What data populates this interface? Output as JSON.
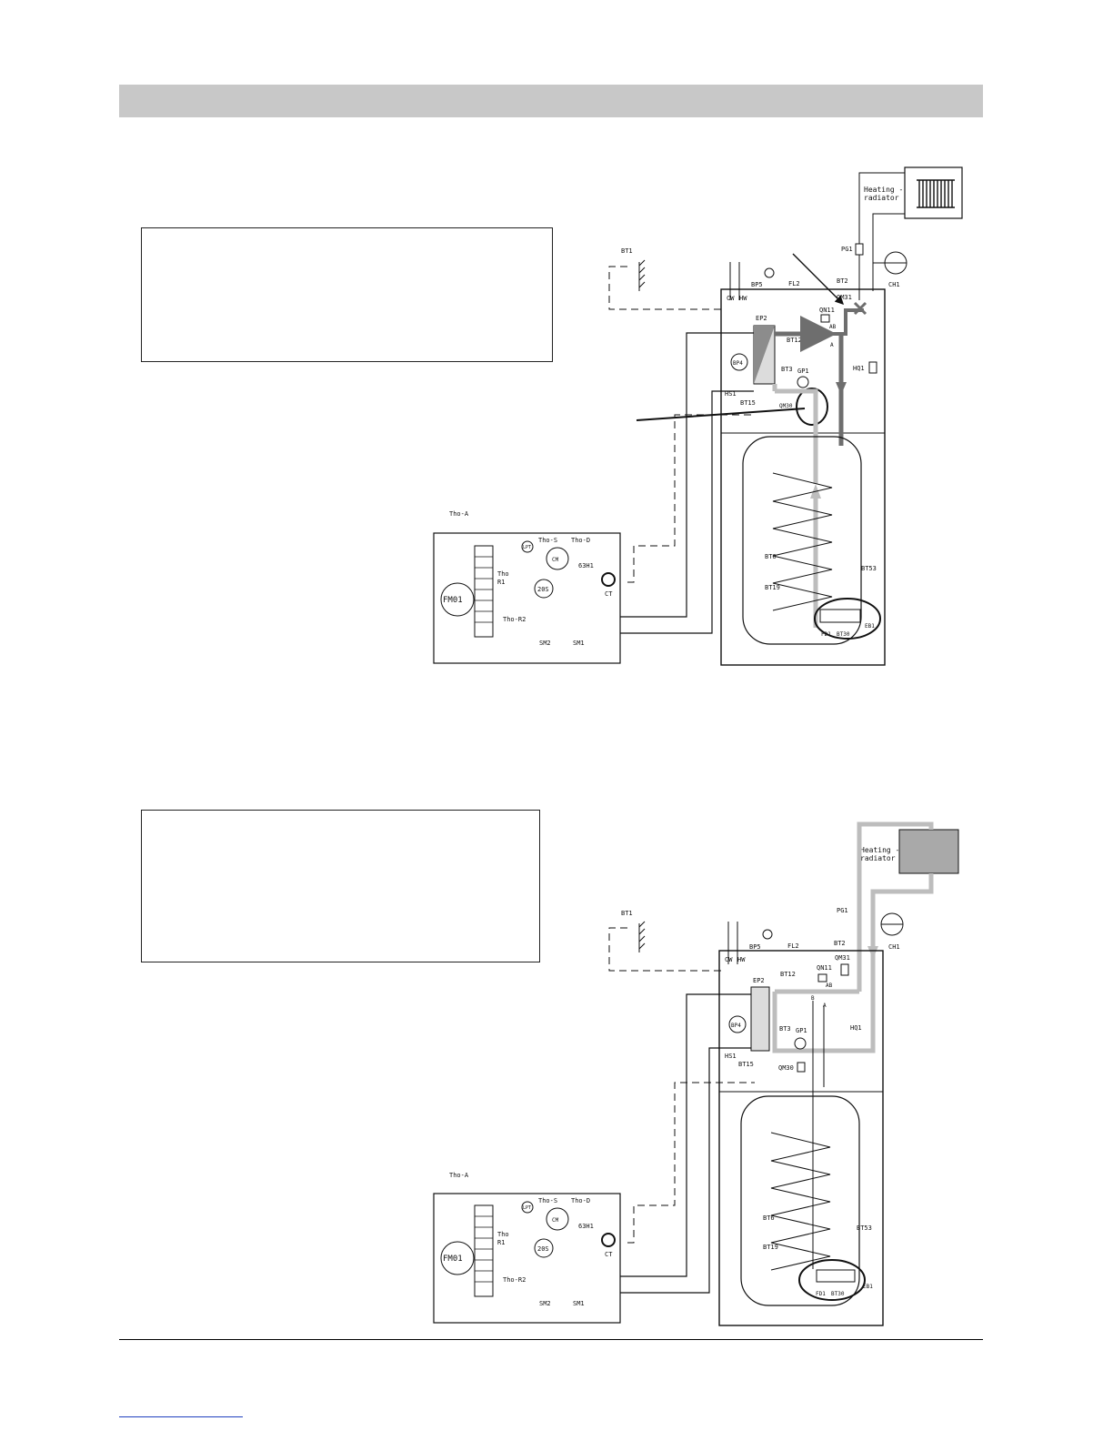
{
  "colors": {
    "header_bar": "#c8c8c8",
    "pipe_dark": "#6e6e6e",
    "pipe_light": "#bdbdbd",
    "line": "#1a1a1a",
    "link_underline": "#1f3fbf"
  },
  "diagram_top": {
    "labels": {
      "heating_radiator_1": "Heating -",
      "heating_radiator_2": "radiator",
      "bt1": "BT1",
      "pg1": "PG1",
      "ch1": "CH1",
      "bt2": "BT2",
      "qm31": "QM31",
      "bp5": "BP5",
      "fl2": "FL2",
      "cw": "CW",
      "hw": "HW",
      "ep2": "EP2",
      "qn11": "QN11",
      "bt12": "BT12",
      "ab": "AB",
      "a": "A",
      "hq1": "HQ1",
      "bp4": "BP4",
      "bt3": "BT3",
      "gp1": "GP1",
      "hs1": "HS1",
      "bt15": "BT15",
      "qm30": "QM30",
      "tho_a": "Tho-A",
      "lpt": "LPT",
      "tho_s": "Tho-S",
      "tho_d": "Tho-D",
      "cm": "CM",
      "63h1": "63H1",
      "tho_r1_1": "Tho",
      "tho_r1_2": "R1",
      "fm01": "FM01",
      "205": "20S",
      "ct": "CT",
      "tho_r2": "Tho-R2",
      "sm2": "SM2",
      "sm1": "SM1",
      "bt6": "BT6",
      "bt19": "BT19",
      "bt53": "BT53",
      "fd1": "FD1",
      "bt30": "BT30",
      "eb1": "EB1"
    }
  },
  "diagram_bottom": {
    "labels": {
      "heating_radiator_1": "Heating -",
      "heating_radiator_2": "radiator",
      "bt1": "BT1",
      "pg1": "PG1",
      "ch1": "CH1",
      "bt2": "BT2",
      "qm31": "QM31",
      "bp5": "BP5",
      "fl2": "FL2",
      "cw": "CW",
      "hw": "HW",
      "ep2": "EP2",
      "qn11": "QN11",
      "bt12": "BT12",
      "ab": "AB",
      "a": "A",
      "b": "B",
      "hq1": "HQ1",
      "bp4": "BP4",
      "bt3": "BT3",
      "gp1": "GP1",
      "hs1": "HS1",
      "bt15": "BT15",
      "qm30": "QM30",
      "tho_a": "Tho-A",
      "lpt": "LPT",
      "tho_s": "Tho-S",
      "tho_d": "Tho-D",
      "cm": "CM",
      "63h1": "63H1",
      "tho_r1_1": "Tho",
      "tho_r1_2": "R1",
      "fm01": "FM01",
      "205": "20S",
      "ct": "CT",
      "tho_r2": "Tho-R2",
      "sm2": "SM2",
      "sm1": "SM1",
      "bt6": "BT6",
      "bt19": "BT19",
      "bt53": "BT53",
      "fd1": "FD1",
      "bt30": "BT30",
      "eb1": "EB1"
    }
  }
}
